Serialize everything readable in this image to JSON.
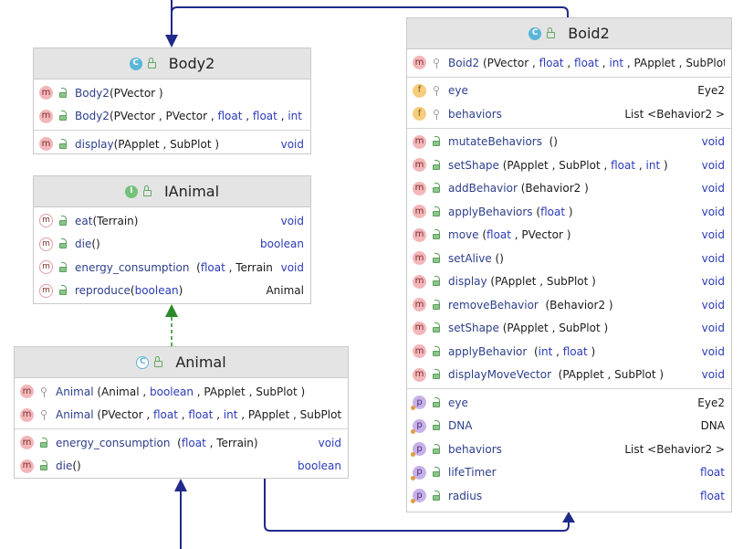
{
  "classes": {
    "body2": {
      "kind_icon": "C",
      "title": "Body2",
      "sections": [
        [
          {
            "icon": "m",
            "vis": "public",
            "name": "Body2",
            "params": "(PVector )",
            "ret": ""
          },
          {
            "icon": "m",
            "vis": "public",
            "name": "Body2",
            "params": "(PVector , PVector , float , float , int )",
            "ret": ""
          }
        ],
        [
          {
            "icon": "m",
            "vis": "public",
            "name": "display",
            "params": "(PApplet , SubPlot )",
            "ret": "void"
          }
        ]
      ]
    },
    "ianimal": {
      "kind_icon": "I",
      "title": "IAnimal",
      "sections": [
        [
          {
            "icon": "am",
            "vis": "public",
            "name": "eat",
            "params": "(Terrain)",
            "ret": "void"
          },
          {
            "icon": "am",
            "vis": "public",
            "name": "die",
            "params": "()",
            "ret": "boolean"
          },
          {
            "icon": "am",
            "vis": "public",
            "name": "energy_consumption",
            "params": "  (float , Terrain)",
            "ret": "void"
          },
          {
            "icon": "am",
            "vis": "public",
            "name": "reproduce",
            "params": "(boolean)",
            "ret": "Animal"
          }
        ]
      ]
    },
    "animal": {
      "kind_icon": "C",
      "title": "Animal",
      "sections": [
        [
          {
            "icon": "m",
            "vis": "private",
            "name": "Animal",
            "params": " (Animal , boolean , PApplet , SubPlot )",
            "ret": ""
          },
          {
            "icon": "m",
            "vis": "private",
            "name": "Animal",
            "params": " (PVector , float , float , int , PApplet , SubPlot )",
            "ret": ""
          }
        ],
        [
          {
            "icon": "m",
            "vis": "public",
            "name": "energy_consumption",
            "params": "  (float , Terrain)",
            "ret": "void"
          },
          {
            "icon": "m",
            "vis": "public",
            "name": "die",
            "params": "()",
            "ret": "boolean"
          }
        ]
      ]
    },
    "boid2": {
      "kind_icon": "C",
      "title": "Boid2",
      "sections": [
        [
          {
            "icon": "m",
            "vis": "private",
            "name": "Boid2",
            "params": " (PVector , float , float , int , PApplet , SubPlot )",
            "ret": ""
          }
        ],
        [
          {
            "icon": "f",
            "vis": "private",
            "name": "eye",
            "params": "",
            "ret": "Eye2"
          },
          {
            "icon": "f",
            "vis": "private",
            "name": "behaviors",
            "params": "",
            "ret": "List <Behavior2 >"
          }
        ],
        [
          {
            "icon": "m",
            "vis": "public",
            "name": "mutateBehaviors",
            "params": "  ()",
            "ret": "void"
          },
          {
            "icon": "m",
            "vis": "public",
            "name": "setShape",
            "params": " (PApplet , SubPlot , float , int )",
            "ret": "void"
          },
          {
            "icon": "m",
            "vis": "public",
            "name": "addBehavior",
            "params": " (Behavior2 )",
            "ret": "void"
          },
          {
            "icon": "m",
            "vis": "public",
            "name": "applyBehaviors",
            "params": " (float )",
            "ret": "void"
          },
          {
            "icon": "m",
            "vis": "public",
            "name": "move",
            "params": " (float , PVector )",
            "ret": "void"
          },
          {
            "icon": "m",
            "vis": "public",
            "name": "setAlive",
            "params": " ()",
            "ret": "void"
          },
          {
            "icon": "m",
            "vis": "public",
            "name": "display",
            "params": " (PApplet , SubPlot )",
            "ret": "void"
          },
          {
            "icon": "m",
            "vis": "public",
            "name": "removeBehavior",
            "params": "  (Behavior2 )",
            "ret": "void"
          },
          {
            "icon": "m",
            "vis": "public",
            "name": "setShape",
            "params": " (PApplet , SubPlot )",
            "ret": "void"
          },
          {
            "icon": "m",
            "vis": "public",
            "name": "applyBehavior",
            "params": "  (int , float )",
            "ret": "void"
          },
          {
            "icon": "m",
            "vis": "public",
            "name": "displayMoveVector",
            "params": "  (PApplet , SubPlot )",
            "ret": "void"
          }
        ],
        [
          {
            "icon": "p",
            "vis": "public",
            "name": "eye",
            "params": "",
            "ret": "Eye2"
          },
          {
            "icon": "p",
            "vis": "public",
            "name": "DNA",
            "params": "",
            "ret": "DNA"
          },
          {
            "icon": "p",
            "vis": "public",
            "name": "behaviors",
            "params": "",
            "ret": "List <Behavior2 >"
          },
          {
            "icon": "p",
            "vis": "public",
            "name": "lifeTimer",
            "params": "",
            "ret": "float"
          },
          {
            "icon": "p",
            "vis": "public",
            "name": "radius",
            "params": "",
            "ret": "float"
          }
        ]
      ]
    }
  },
  "colors": {
    "inheritance_arrow": "#1f2a8a",
    "realization_arrow": "#2a8a2a"
  }
}
